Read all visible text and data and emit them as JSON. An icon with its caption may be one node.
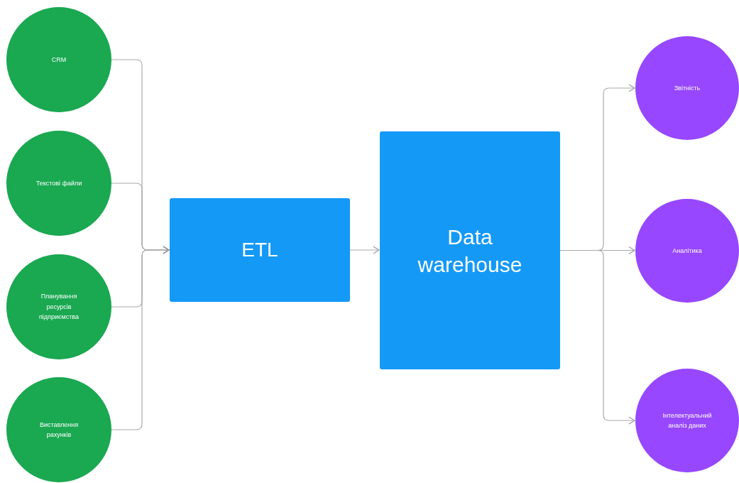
{
  "diagram": {
    "nodes": [
      {
        "text": [
          "CRM"
        ]
      },
      {
        "text": [
          "Текстові файли"
        ]
      },
      {
        "text": [
          "Планування ресурсів підприємства"
        ]
      },
      {
        "text": [
          "Виставлення рахунків"
        ]
      },
      {
        "text": [
          "ETL"
        ]
      },
      {
        "text": [
          "Data warehouse"
        ]
      },
      {
        "text": [
          "Звітність"
        ]
      },
      {
        "text": [
          "Аналітика"
        ]
      },
      {
        "text": [
          "Інтелектуальний аналіз даних"
        ]
      }
    ],
    "edges": [
      {
        "from": 0,
        "to": 4,
        "arrow": "to"
      },
      {
        "from": 1,
        "to": 4,
        "arrow": "to"
      },
      {
        "from": 2,
        "to": 4,
        "arrow": "to"
      },
      {
        "from": 3,
        "to": 4,
        "arrow": "to"
      },
      {
        "from": 4,
        "to": 5,
        "arrow": "to"
      },
      {
        "from": 5,
        "to": 6,
        "arrow": "to"
      },
      {
        "from": 5,
        "to": 7,
        "arrow": "to"
      },
      {
        "from": 5,
        "to": 8,
        "arrow": "to"
      }
    ]
  }
}
